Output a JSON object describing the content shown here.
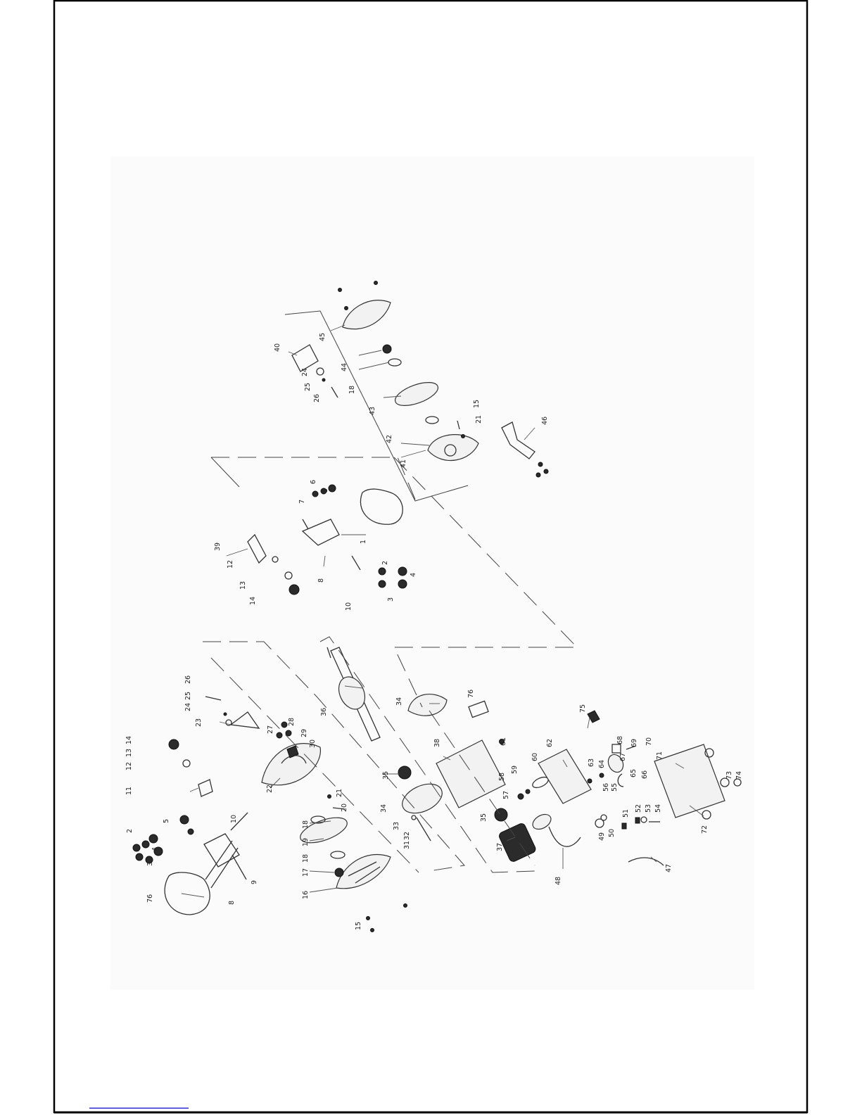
{
  "drawing": {
    "type": "exploded-parts-diagram",
    "part_labels": [
      {
        "id": "p1a",
        "text": "1"
      },
      {
        "id": "p2a",
        "text": "2"
      },
      {
        "id": "p3a",
        "text": "3"
      },
      {
        "id": "p4a",
        "text": "4"
      },
      {
        "id": "p5a",
        "text": "5"
      },
      {
        "id": "p8a",
        "text": "8"
      },
      {
        "id": "p9a",
        "text": "9"
      },
      {
        "id": "p10a",
        "text": "10"
      },
      {
        "id": "p11a",
        "text": "11"
      },
      {
        "id": "p12a",
        "text": "12"
      },
      {
        "id": "p13a",
        "text": "13"
      },
      {
        "id": "p14a",
        "text": "14"
      },
      {
        "id": "p15a",
        "text": "15"
      },
      {
        "id": "p16",
        "text": "16"
      },
      {
        "id": "p17",
        "text": "17"
      },
      {
        "id": "p18a",
        "text": "18"
      },
      {
        "id": "p18b",
        "text": "18"
      },
      {
        "id": "p19",
        "text": "19"
      },
      {
        "id": "p20",
        "text": "20"
      },
      {
        "id": "p21a",
        "text": "21"
      },
      {
        "id": "p22",
        "text": "22"
      },
      {
        "id": "p23",
        "text": "23"
      },
      {
        "id": "p24a",
        "text": "24"
      },
      {
        "id": "p25a",
        "text": "25"
      },
      {
        "id": "p26a",
        "text": "26"
      },
      {
        "id": "p27",
        "text": "27"
      },
      {
        "id": "p28",
        "text": "28"
      },
      {
        "id": "p29",
        "text": "29"
      },
      {
        "id": "p30",
        "text": "30"
      },
      {
        "id": "p31",
        "text": "31"
      },
      {
        "id": "p32",
        "text": "32"
      },
      {
        "id": "p33",
        "text": "33"
      },
      {
        "id": "p34a",
        "text": "34"
      },
      {
        "id": "p34b",
        "text": "34"
      },
      {
        "id": "p35a",
        "text": "35"
      },
      {
        "id": "p35b",
        "text": "35"
      },
      {
        "id": "p36",
        "text": "36"
      },
      {
        "id": "p37",
        "text": "37"
      },
      {
        "id": "p38",
        "text": "38"
      },
      {
        "id": "p39",
        "text": "39"
      },
      {
        "id": "p40",
        "text": "40"
      },
      {
        "id": "p41",
        "text": "41"
      },
      {
        "id": "p42",
        "text": "42"
      },
      {
        "id": "p43",
        "text": "43"
      },
      {
        "id": "p44",
        "text": "44"
      },
      {
        "id": "p45",
        "text": "45"
      },
      {
        "id": "p46",
        "text": "46"
      },
      {
        "id": "p47",
        "text": "47"
      },
      {
        "id": "p48",
        "text": "48"
      },
      {
        "id": "p49",
        "text": "49"
      },
      {
        "id": "p50",
        "text": "50"
      },
      {
        "id": "p51",
        "text": "51"
      },
      {
        "id": "p52",
        "text": "52"
      },
      {
        "id": "p53",
        "text": "53"
      },
      {
        "id": "p54",
        "text": "54"
      },
      {
        "id": "p55",
        "text": "55"
      },
      {
        "id": "p56",
        "text": "56"
      },
      {
        "id": "p57",
        "text": "57"
      },
      {
        "id": "p58",
        "text": "58"
      },
      {
        "id": "p59",
        "text": "59"
      },
      {
        "id": "p60",
        "text": "60"
      },
      {
        "id": "p61",
        "text": "61"
      },
      {
        "id": "p62",
        "text": "62"
      },
      {
        "id": "p63",
        "text": "63"
      },
      {
        "id": "p64",
        "text": "64"
      },
      {
        "id": "p65",
        "text": "65"
      },
      {
        "id": "p66",
        "text": "66"
      },
      {
        "id": "p67",
        "text": "67"
      },
      {
        "id": "p68",
        "text": "68"
      },
      {
        "id": "p69",
        "text": "69"
      },
      {
        "id": "p70",
        "text": "70"
      },
      {
        "id": "p71",
        "text": "71"
      },
      {
        "id": "p72",
        "text": "72"
      },
      {
        "id": "p73",
        "text": "73"
      },
      {
        "id": "p74",
        "text": "74"
      },
      {
        "id": "p75",
        "text": "75"
      },
      {
        "id": "p76",
        "text": "76"
      },
      {
        "id": "q1",
        "text": "1"
      },
      {
        "id": "q2",
        "text": "2"
      },
      {
        "id": "q3",
        "text": "3"
      },
      {
        "id": "q4",
        "text": "4"
      },
      {
        "id": "q5",
        "text": "5"
      },
      {
        "id": "q6",
        "text": "6"
      },
      {
        "id": "q7",
        "text": "7"
      },
      {
        "id": "q8",
        "text": "8"
      },
      {
        "id": "q10",
        "text": "10"
      },
      {
        "id": "q12",
        "text": "12"
      },
      {
        "id": "q13",
        "text": "13"
      },
      {
        "id": "q14",
        "text": "14"
      },
      {
        "id": "q15",
        "text": "15"
      },
      {
        "id": "q18",
        "text": "18"
      },
      {
        "id": "q21",
        "text": "21"
      },
      {
        "id": "q24",
        "text": "24"
      },
      {
        "id": "q25",
        "text": "25"
      },
      {
        "id": "q26",
        "text": "26"
      }
    ]
  },
  "colors": {
    "frame": "#000000",
    "line": "#333333",
    "footer_link": "#0000cc"
  }
}
